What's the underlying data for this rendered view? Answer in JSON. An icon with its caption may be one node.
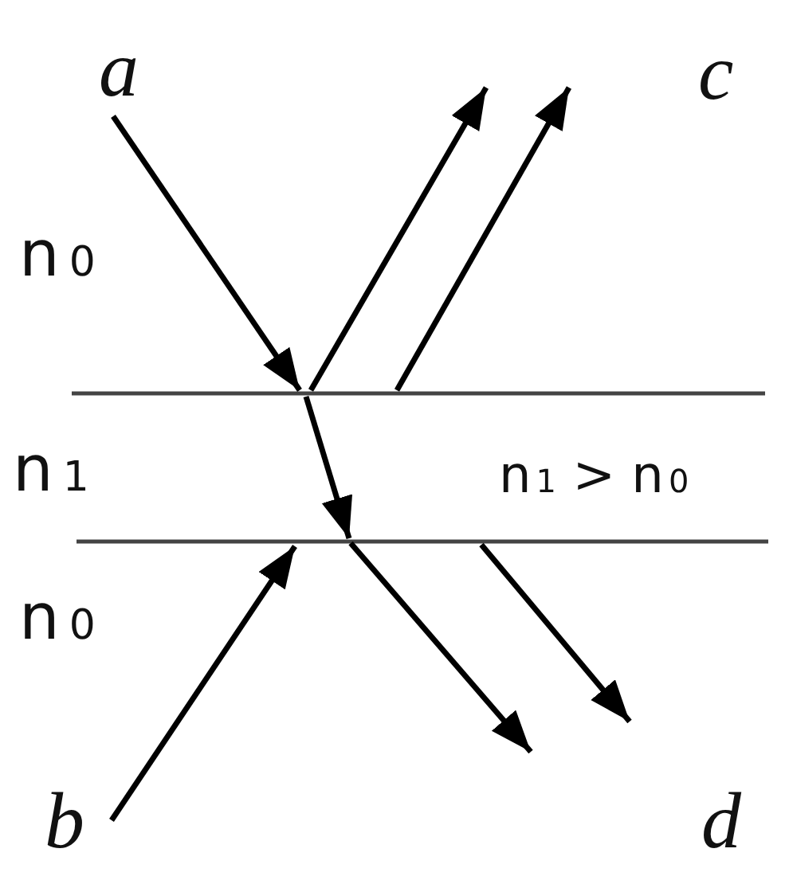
{
  "diagram": {
    "labels": [
      "a",
      "c",
      "n$_{0}$",
      "n$_{1}$",
      "n$_{1}$ > n$_{0}$",
      "n$_{0}$",
      "b",
      "d"
    ]
  }
}
